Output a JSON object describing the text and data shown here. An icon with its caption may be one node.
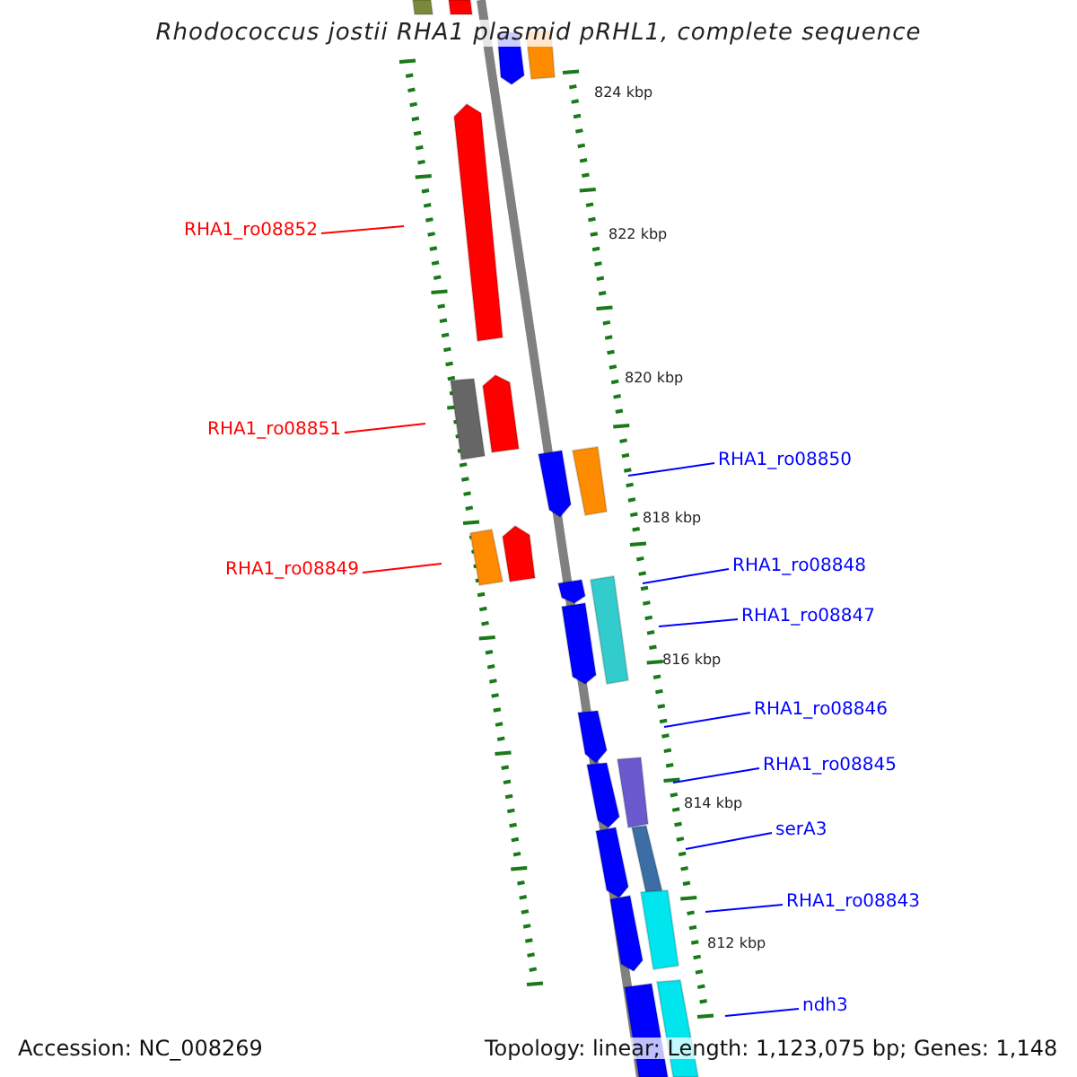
{
  "diagram": {
    "title": "Rhodococcus jostii RHA1 plasmid pRHL1, complete sequence",
    "nodes": [
      {
        "text": [
          "RHA1_ro08852"
        ]
      },
      {
        "text": [
          "RHA1_ro08851"
        ]
      },
      {
        "text": [
          "RHA1_ro08849"
        ]
      },
      {
        "text": [
          "RHA1_ro08850"
        ]
      },
      {
        "text": [
          "RHA1_ro08848"
        ]
      },
      {
        "text": [
          "RHA1_ro08847"
        ]
      },
      {
        "text": [
          "RHA1_ro08846"
        ]
      },
      {
        "text": [
          "RHA1_ro08845"
        ]
      },
      {
        "text": [
          "serA3"
        ]
      },
      {
        "text": [
          "RHA1_ro08843"
        ]
      },
      {
        "text": [
          "ndh3"
        ]
      }
    ],
    "edges": [
      {
        "from": 0,
        "to": null,
        "arrow": "none",
        "color": "#ff0000"
      },
      {
        "from": 1,
        "to": null,
        "arrow": "none",
        "color": "#ff0000"
      },
      {
        "from": 2,
        "to": null,
        "arrow": "none",
        "color": "#ff0000"
      },
      {
        "from": 3,
        "to": null,
        "arrow": "none"
      },
      {
        "from": 4,
        "to": null,
        "arrow": "none"
      },
      {
        "from": 5,
        "to": null,
        "arrow": "none"
      },
      {
        "from": 6,
        "to": null,
        "arrow": "none"
      },
      {
        "from": 7,
        "to": null,
        "arrow": "none"
      },
      {
        "from": 8,
        "to": null,
        "arrow": "none"
      },
      {
        "from": 9,
        "to": null,
        "arrow": "none"
      },
      {
        "from": 10,
        "to": null,
        "arrow": "none"
      }
    ],
    "labels": [
      "824 kbp",
      "822 kbp",
      "820 kbp",
      "818 kbp",
      "816 kbp",
      "814 kbp",
      "812 kbp",
      "Accession: NC_008269",
      "Topology: linear; Length: 1,123,075 bp; Genes: 1,148"
    ]
  }
}
